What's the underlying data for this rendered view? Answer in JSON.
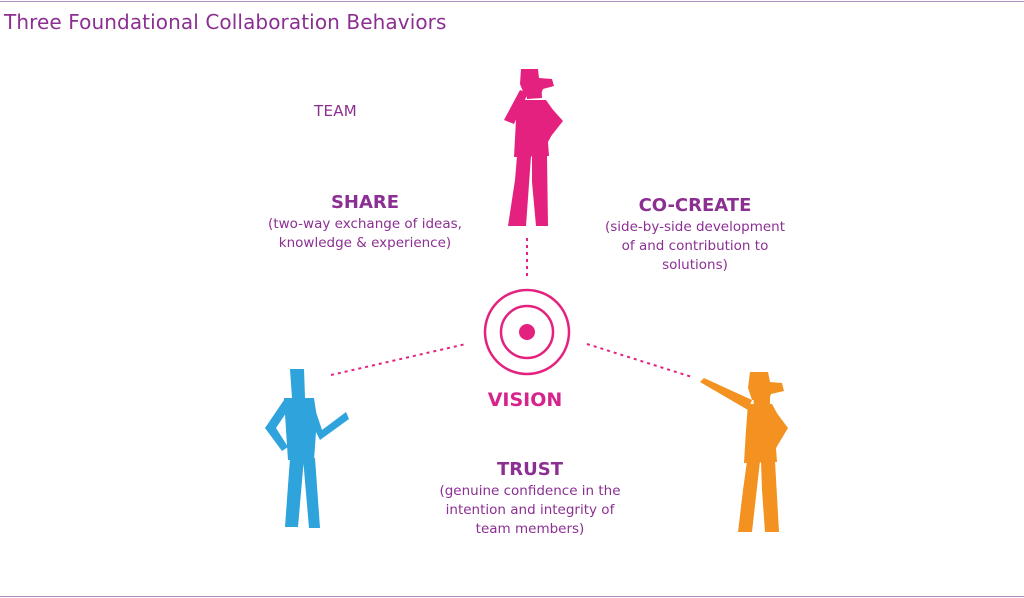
{
  "title": "Three Foundational Collaboration Behaviors",
  "team_label": "TEAM",
  "vision_label": "VISION",
  "behaviors": {
    "share": {
      "heading": "SHARE",
      "desc_lines": [
        "(two-way exchange of ideas,",
        "knowledge & experience)"
      ]
    },
    "cocreate": {
      "heading": "CO-CREATE",
      "desc_lines": [
        "(side-by-side development",
        "of and contribution to",
        "solutions)"
      ]
    },
    "trust": {
      "heading": "TRUST",
      "desc_lines": [
        "(genuine confidence in the",
        "intention and integrity of",
        "team members)"
      ]
    }
  },
  "colors": {
    "title": "#8c2f93",
    "accent_pink": "#e5217f",
    "person_blue": "#2ea3dc",
    "person_orange": "#f39220",
    "vision_text": "#d6248c"
  },
  "figures": {
    "top": "woman-figure-icon",
    "left": "man-figure-icon",
    "right": "woman-pointing-figure-icon",
    "center": "target-icon"
  }
}
